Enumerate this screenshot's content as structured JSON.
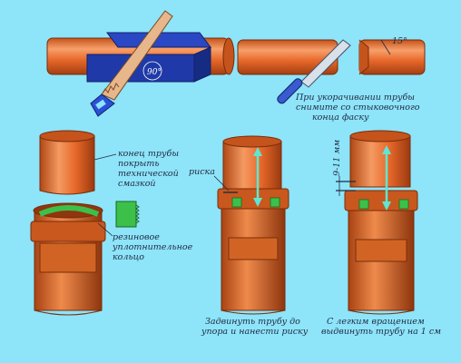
{
  "colors": {
    "background": "#8ee4f8",
    "pipe": "#e8682a",
    "pipe_dark": "#b94716",
    "pipe_light": "#f7a06a",
    "clamp_blue": "#1f3aa8",
    "saw_tan": "#e7b68a",
    "seal_green": "#3cc04a",
    "mark_cyan": "#5fe6d2"
  },
  "labels": {
    "angle_90": "90°",
    "angle_15": "15°",
    "chamfer_note_1": "При укорачивании трубы",
    "chamfer_note_2": "снимите со стыковочного",
    "chamfer_note_3": "конца фаску",
    "lube_1": "конец трубы",
    "lube_2": "покрыть",
    "lube_3": "технической",
    "lube_4": "смазкой",
    "seal_1": "резиновое",
    "seal_2": "уплотнительное",
    "seal_3": "кольцо",
    "mark": "риска",
    "gap": "9-11 мм",
    "step3_1": "Задвинуть трубу до",
    "step3_2": "упора и нанести риску",
    "step4_1": "С легким вращением",
    "step4_2": "выдвинуть трубу на 1 см"
  }
}
